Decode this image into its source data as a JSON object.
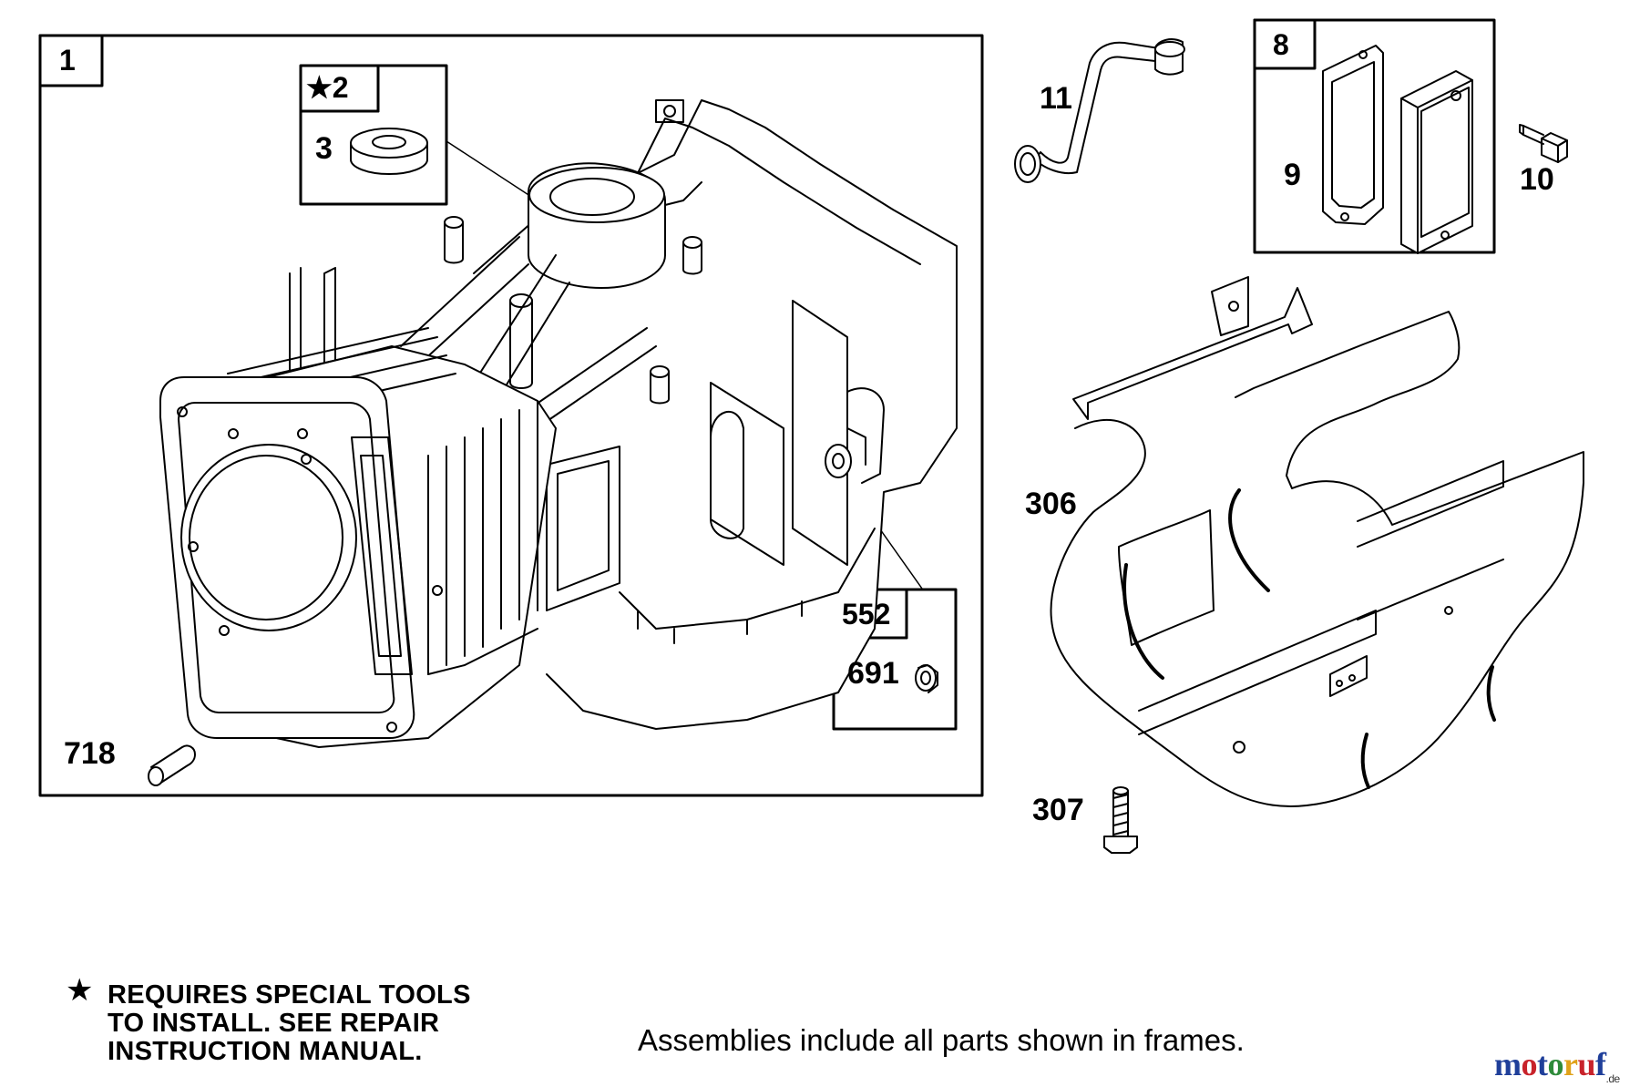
{
  "frames": {
    "main": "1",
    "seal_kit": "2",
    "seal_star": "★",
    "clamp_kit": "552",
    "gasket_kit": "8"
  },
  "parts": {
    "seal": "3",
    "clamp": "691",
    "dowel_pin": "718",
    "breather_tube": "11",
    "gasket": "9",
    "screw_10": "10",
    "shield": "306",
    "screw_307": "307"
  },
  "note": {
    "star": "★",
    "line1": "REQUIRES SPECIAL TOOLS",
    "line2": "TO INSTALL.  SEE REPAIR",
    "line3": "INSTRUCTION MANUAL."
  },
  "footer": "Assemblies include all parts shown in frames.",
  "logo": {
    "parts": [
      "m",
      "o",
      "t",
      "o",
      "r",
      "u",
      "f"
    ],
    "colors": [
      "#1f3f9a",
      "#c8232b",
      "#1f3f9a",
      "#2e8b3a",
      "#e0a21a",
      "#c8232b",
      "#1f3f9a"
    ],
    "suffix": ".de"
  }
}
